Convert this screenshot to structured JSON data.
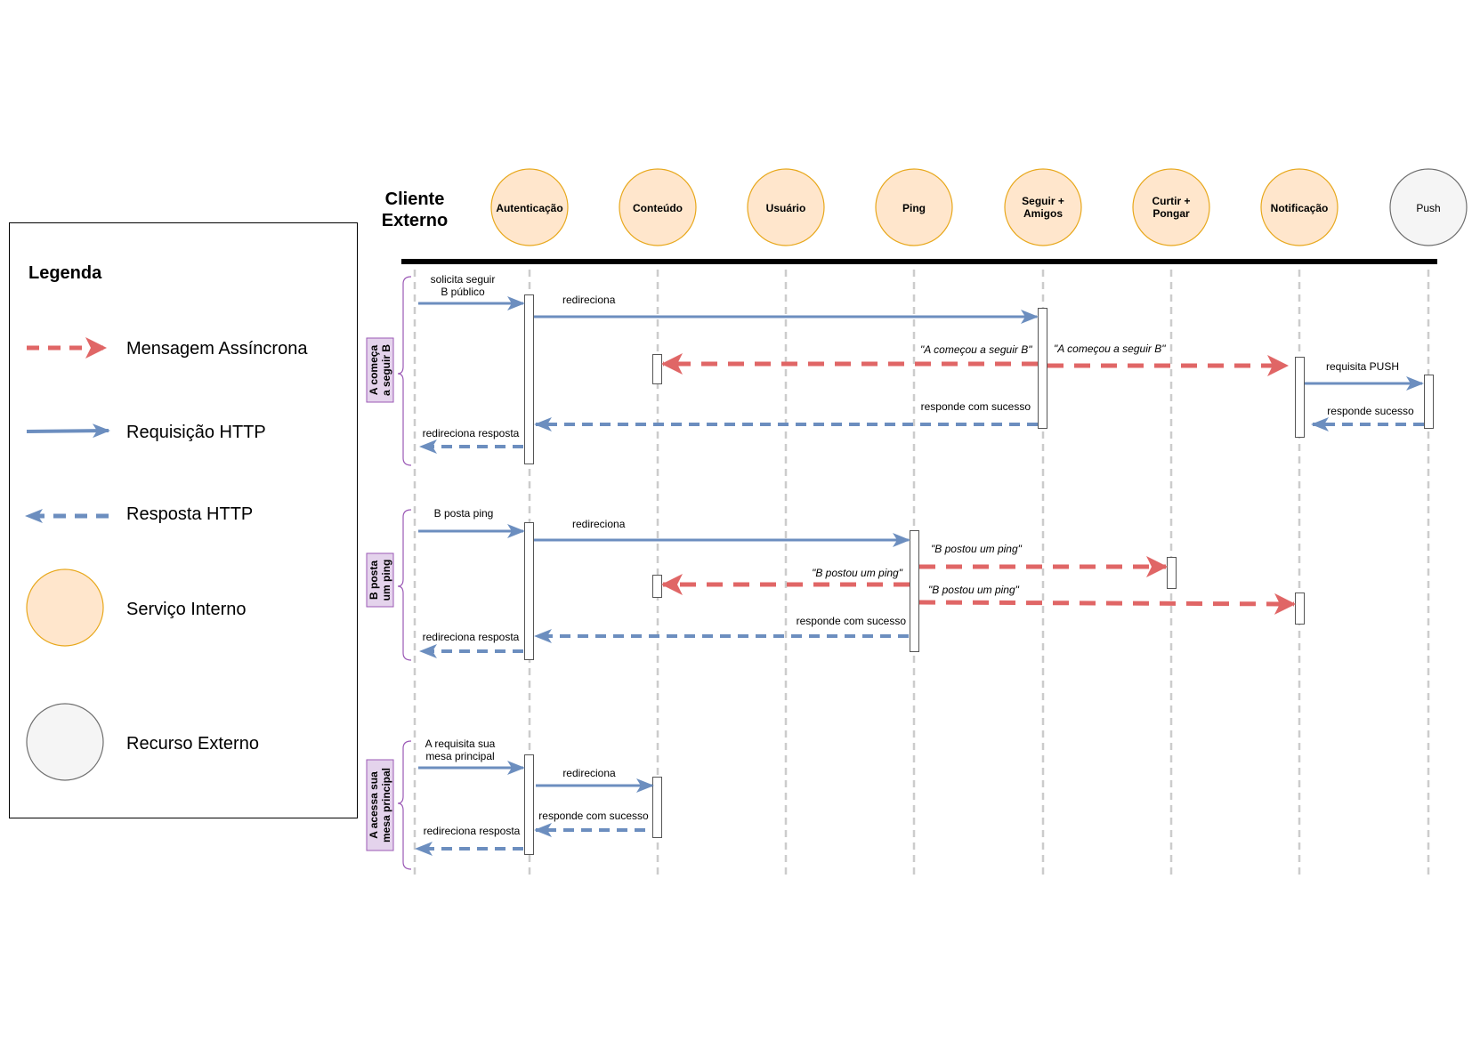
{
  "colors": {
    "async": "#e06666",
    "http": "#6c8ebf",
    "internal_fill": "#ffe6cc",
    "internal_stroke": "#e8a81c",
    "external_fill": "#f5f5f5",
    "external_stroke": "#6f6f6f",
    "group_fill": "#e4d3ec",
    "group_stroke": "#9b59b6"
  },
  "legend": {
    "title": "Legenda",
    "async": "Mensagem Assíncrona",
    "request": "Requisição HTTP",
    "response": "Resposta HTTP",
    "internal": "Serviço Interno",
    "external": "Recurso Externo"
  },
  "client": {
    "line1": "Cliente",
    "line2": "Externo"
  },
  "services": [
    {
      "line1": "Autenticação",
      "line2": "",
      "type": "internal"
    },
    {
      "line1": "Conteúdo",
      "line2": "",
      "type": "internal"
    },
    {
      "line1": "Usuário",
      "line2": "",
      "type": "internal"
    },
    {
      "line1": "Ping",
      "line2": "",
      "type": "internal"
    },
    {
      "line1": "Seguir +",
      "line2": "Amigos",
      "type": "internal"
    },
    {
      "line1": "Curtir +",
      "line2": "Pongar",
      "type": "internal"
    },
    {
      "line1": "Notificação",
      "line2": "",
      "type": "internal"
    },
    {
      "line1": "Push",
      "line2": "",
      "type": "external"
    }
  ],
  "groups": [
    {
      "line1": "A começa",
      "line2": "a seguir B"
    },
    {
      "line1": "B posta",
      "line2": "um ping"
    },
    {
      "line1": "A acessa sua",
      "line2": "mesa principal"
    }
  ],
  "messages": {
    "g1_request": [
      "solicita seguir",
      "B público"
    ],
    "g1_redirect": "redireciona",
    "g1_event_left": "\"A começou a seguir B\"",
    "g1_event_right": "\"A começou a seguir B\"",
    "g1_push_request": "requisita PUSH",
    "g1_push_response": "responde sucesso",
    "g1_success": "responde com sucesso",
    "g1_redirect_response": "redireciona resposta",
    "g2_request": "B posta ping",
    "g2_redirect": "redireciona",
    "g2_event_like": "\"B postou um ping\"",
    "g2_event_content": "\"B postou um ping\"",
    "g2_event_notify": "\"B postou um ping\"",
    "g2_success": "responde com sucesso",
    "g2_redirect_response": "redireciona resposta",
    "g3_request": [
      "A requisita sua",
      "mesa principal"
    ],
    "g3_redirect": "redireciona",
    "g3_success": "responde com sucesso",
    "g3_redirect_response": "redireciona resposta"
  }
}
